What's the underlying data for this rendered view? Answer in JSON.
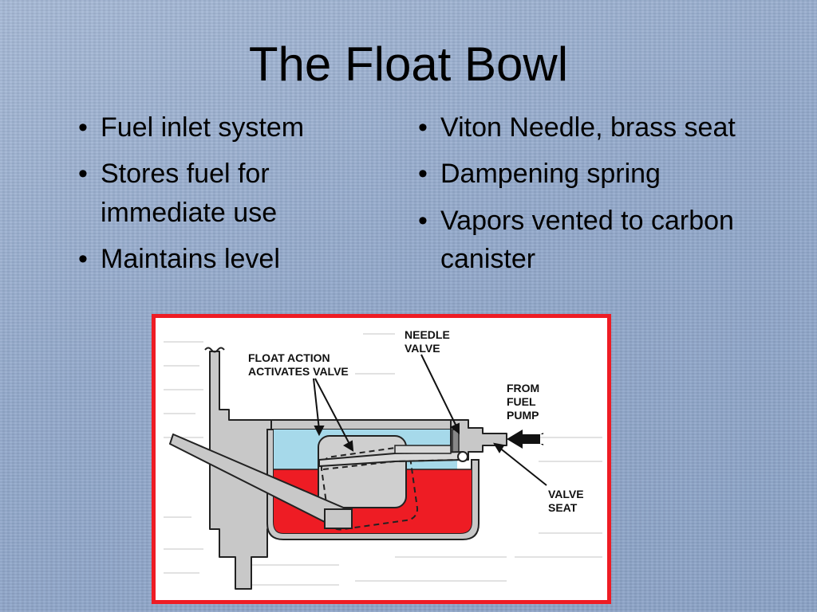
{
  "slide": {
    "title": "The Float Bowl",
    "left_bullets": [
      "Fuel inlet system",
      "Stores fuel for immediate use",
      "Maintains level"
    ],
    "right_bullets": [
      "Viton Needle, brass seat",
      "Dampening spring",
      "Vapors vented to carbon canister"
    ]
  },
  "diagram": {
    "labels": {
      "float_action": [
        "FLOAT ACTION",
        "ACTIVATES VALVE"
      ],
      "needle_valve": [
        "NEEDLE",
        "VALVE"
      ],
      "from_fuel_pump": [
        "FROM",
        "FUEL",
        "PUMP"
      ],
      "valve_seat": [
        "VALVE",
        "SEAT"
      ]
    },
    "colors": {
      "fuel_liquid": "#ee1c24",
      "vapor_space": "#a6d9ea",
      "housing": "#c8c8c8",
      "frame_border": "#ee1c24",
      "background": "#ffffff"
    },
    "icons": [
      "fuel-flow-arrow-icon"
    ]
  }
}
